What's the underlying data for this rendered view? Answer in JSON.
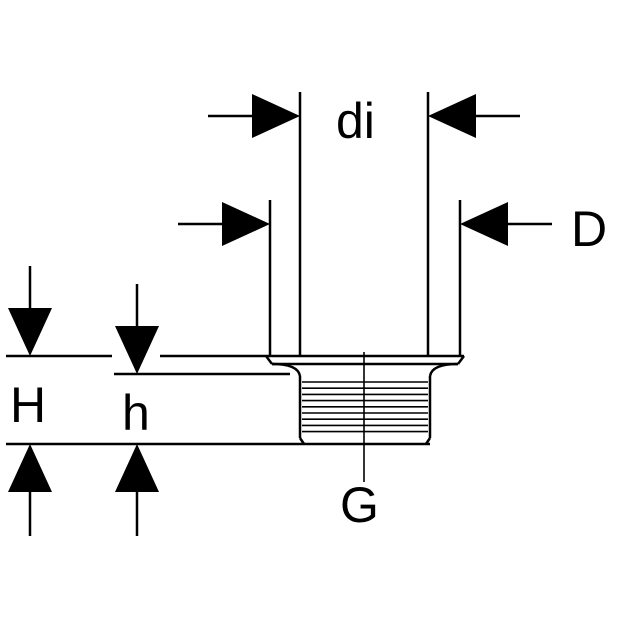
{
  "labels": {
    "di": "di",
    "D": "D",
    "H": "H",
    "h": "h",
    "G": "G"
  },
  "colors": {
    "stroke": "#000000",
    "background": "#ffffff"
  }
}
